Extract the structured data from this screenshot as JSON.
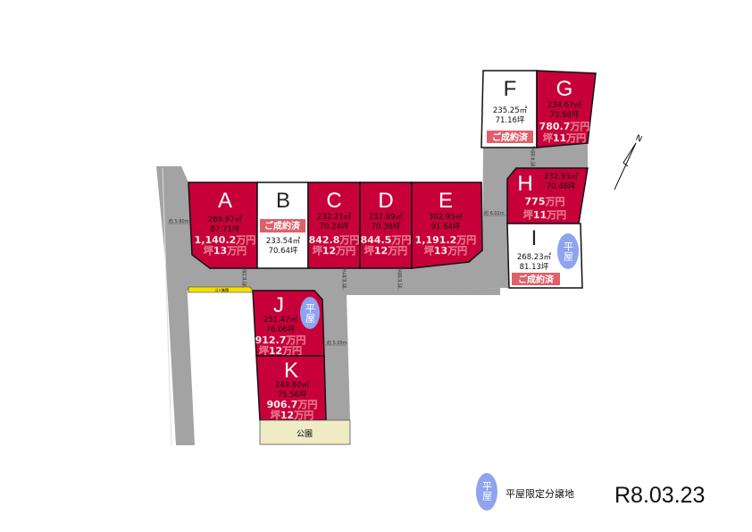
{
  "colors": {
    "lot_available": "#c8003a",
    "lot_sold": "#ffffff",
    "road": "#a3a3a3",
    "park": "#eeebc5",
    "sold_badge": "#e0606a",
    "flat_badge": "#8fa3ef",
    "garbage": "#f3e000"
  },
  "lots": [
    {
      "id": "A",
      "area_m2": "289.97㎡",
      "area_tsubo": "87.71坪",
      "price": "1,140.2万円",
      "unit_price": "坪13万円",
      "status": "available"
    },
    {
      "id": "B",
      "area_m2": "233.54㎡",
      "area_tsubo": "70.64坪",
      "sold_label": "ご成約済",
      "status": "sold"
    },
    {
      "id": "C",
      "area_m2": "232.21㎡",
      "area_tsubo": "70.24坪",
      "price": "842.8万円",
      "unit_price": "坪12万円",
      "status": "available"
    },
    {
      "id": "D",
      "area_m2": "232.69㎡",
      "area_tsubo": "70.38坪",
      "price": "844.5万円",
      "unit_price": "坪12万円",
      "status": "available"
    },
    {
      "id": "E",
      "area_m2": "302.95㎡",
      "area_tsubo": "91.64坪",
      "price": "1,191.2万円",
      "unit_price": "坪13万円",
      "status": "available"
    },
    {
      "id": "F",
      "area_m2": "235.25㎡",
      "area_tsubo": "71.16坪",
      "sold_label": "ご成約済",
      "status": "sold"
    },
    {
      "id": "G",
      "area_m2": "234.67㎡",
      "area_tsubo": "70.98坪",
      "price": "780.7万円",
      "unit_price": "坪11万円",
      "status": "available"
    },
    {
      "id": "H",
      "area_m2": "232.93㎡",
      "area_tsubo": "70.46坪",
      "price": "775万円",
      "unit_price": "坪11万円",
      "status": "available"
    },
    {
      "id": "I",
      "area_m2": "268.23㎡",
      "area_tsubo": "81.13坪",
      "sold_label": "ご成約済",
      "flat_label": "平屋",
      "status": "sold"
    },
    {
      "id": "J",
      "area_m2": "251.47㎡",
      "area_tsubo": "76.06坪",
      "price": "912.7万円",
      "unit_price": "坪12万円",
      "flat_label": "平屋",
      "status": "available"
    },
    {
      "id": "K",
      "area_m2": "249.80㎡",
      "area_tsubo": "75.56坪",
      "price": "906.7万円",
      "unit_price": "坪12万円",
      "status": "available"
    }
  ],
  "park_label": "公園",
  "garbage_label": "ゴミ集積",
  "measurements": [
    "約 5.80m",
    "約 6.18m",
    "約 6.87m",
    "約 6.00m",
    "約 6.02m",
    "約 4.00m",
    "約 5.00m"
  ],
  "north_label": "N",
  "legend": {
    "badge": "平屋",
    "text": "平屋限定分譲地"
  },
  "date": "R8.03.23"
}
